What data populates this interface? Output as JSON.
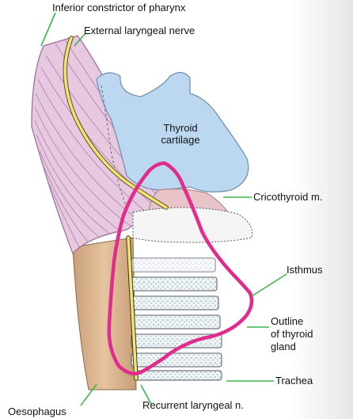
{
  "labels": {
    "inferior_constrictor": "Inferior constrictor of pharynx",
    "external_laryngeal_nerve": "External laryngeal nerve",
    "thyroid_cartilage_line1": "Thyroid",
    "thyroid_cartilage_line2": "cartilage",
    "cricothyroid": "Cricothyroid m.",
    "isthmus": "Isthmus",
    "outline_line1": "Outline",
    "outline_line2": "of thyroid",
    "outline_line3": "gland",
    "trachea": "Trachea",
    "oesophagus": "Oesophagus",
    "recurrent_laryngeal": "Recurrent laryngeal n."
  },
  "colors": {
    "muscle": "#e6c8e0",
    "muscle_lines": "#b98ab2",
    "cartilage": "#bcd8f0",
    "cricothyroid": "#e8c4c8",
    "oesophagus": "#d9b48f",
    "trachea_ring": "#eef3f4",
    "nerve": "#f2e27a",
    "gland_outline": "#e02c8c",
    "pointer": "#3bb54a"
  }
}
